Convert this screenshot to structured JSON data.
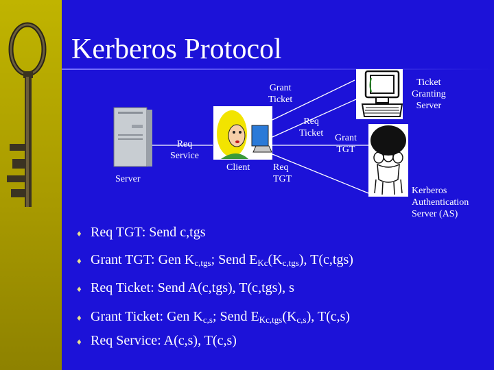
{
  "title": "Kerberos Protocol",
  "diagram": {
    "server": "Server",
    "client": "Client",
    "tgs": [
      "Ticket",
      "Granting",
      "Server"
    ],
    "as": [
      "Kerberos",
      "Authentication",
      "Server (AS)"
    ],
    "req_service": [
      "Req",
      "Service"
    ],
    "grant_ticket": [
      "Grant",
      "Ticket"
    ],
    "req_ticket": [
      "Req",
      "Ticket"
    ],
    "grant_tgt": [
      "Grant",
      "TGT"
    ],
    "req_tgt": [
      "Req",
      "TGT"
    ]
  },
  "bullets": [
    {
      "mark": "¨",
      "parts": [
        [
          "Req TGT: Send c,tgs",
          ""
        ]
      ]
    },
    {
      "mark": "¨",
      "parts": [
        [
          "Grant TGT: Gen K",
          ""
        ],
        [
          "c,tgs",
          "sub"
        ],
        [
          "; Send E",
          ""
        ],
        [
          "Kc",
          "sub"
        ],
        [
          "(K",
          ""
        ],
        [
          "c,tgs",
          "sub"
        ],
        [
          "), T(c,tgs)",
          ""
        ]
      ]
    },
    {
      "mark": "¨",
      "parts": [
        [
          "Req Ticket: Send A(c,tgs), T(c,tgs), s",
          ""
        ]
      ]
    },
    {
      "mark": "¨",
      "parts": [
        [
          "Grant Ticket: Gen K",
          ""
        ],
        [
          "c,s",
          "sub"
        ],
        [
          "; Send E",
          ""
        ],
        [
          "Kc,tgs",
          "sub"
        ],
        [
          "(K",
          ""
        ],
        [
          "c,s",
          "sub"
        ],
        [
          "), T(c,s)",
          ""
        ]
      ]
    },
    {
      "mark": "¨",
      "parts": [
        [
          "Req Service: A(c,s), T(c,s)",
          ""
        ]
      ]
    }
  ]
}
